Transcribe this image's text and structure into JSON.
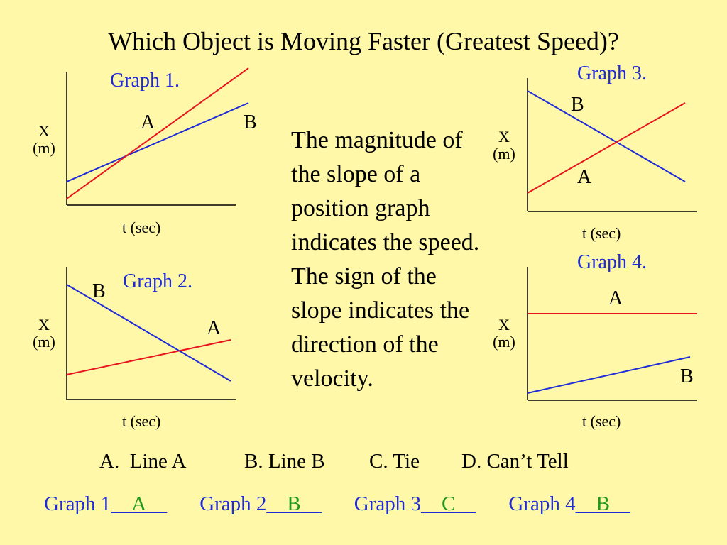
{
  "title": "Which Object is Moving Faster (Greatest Speed)?",
  "axis_y_line1": "X",
  "axis_y_line2": "(m)",
  "axis_x": "t (sec)",
  "graphs": [
    {
      "title": "Graph 1.",
      "label_a": "A",
      "label_b": "B"
    },
    {
      "title": "Graph 2.",
      "label_a": "A",
      "label_b": "B"
    },
    {
      "title": "Graph 3.",
      "label_a": "A",
      "label_b": "B"
    },
    {
      "title": "Graph 4.",
      "label_a": "A",
      "label_b": "B"
    }
  ],
  "line_colors": {
    "a": "#E8141E",
    "b": "#1F2BD8",
    "axis": "#000000"
  },
  "explanation": "The magnitude of the slope of a position graph indicates the speed. The sign of the slope indicates the direction of the velocity.",
  "choices": [
    "A.  Line A",
    "B. Line B",
    "C. Tie",
    "D. Can’t Tell"
  ],
  "answers": [
    {
      "label": "Graph 1",
      "answer": "A"
    },
    {
      "label": "Graph 2",
      "answer": "B"
    },
    {
      "label": "Graph 3",
      "answer": "C"
    },
    {
      "label": "Graph 4",
      "answer": "B"
    }
  ]
}
